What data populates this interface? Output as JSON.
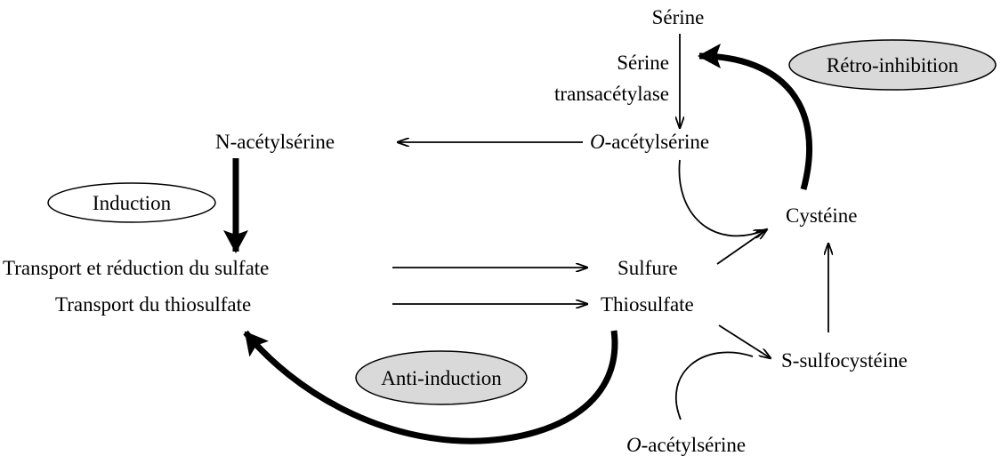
{
  "nodes": {
    "serine": "Sérine",
    "enzyme_line1": "Sérine",
    "enzyme_line2": "transacétylase",
    "o_acetylserine_top_prefix": "O",
    "o_acetylserine_top_suffix": "-acétylsérine",
    "n_acetylserine": "N-acétylsérine",
    "cysteine": "Cystéine",
    "sulfate_transport": "Transport et réduction du sulfate",
    "thiosulfate_transport": "Transport du thiosulfate",
    "sulfure": "Sulfure",
    "thiosulfate": "Thiosulfate",
    "s_sulfocysteine": "S-sulfocystéine",
    "o_acetylserine_bottom_prefix": "O",
    "o_acetylserine_bottom_suffix": "-acétylsérine"
  },
  "regulations": {
    "induction": "Induction",
    "retro_inhibition": "Rétro-inhibition",
    "anti_induction": "Anti-induction"
  },
  "colors": {
    "lines": "#000000",
    "highlighted_bubble": "#d9d9d9",
    "plain_bubble": "#ffffff"
  }
}
